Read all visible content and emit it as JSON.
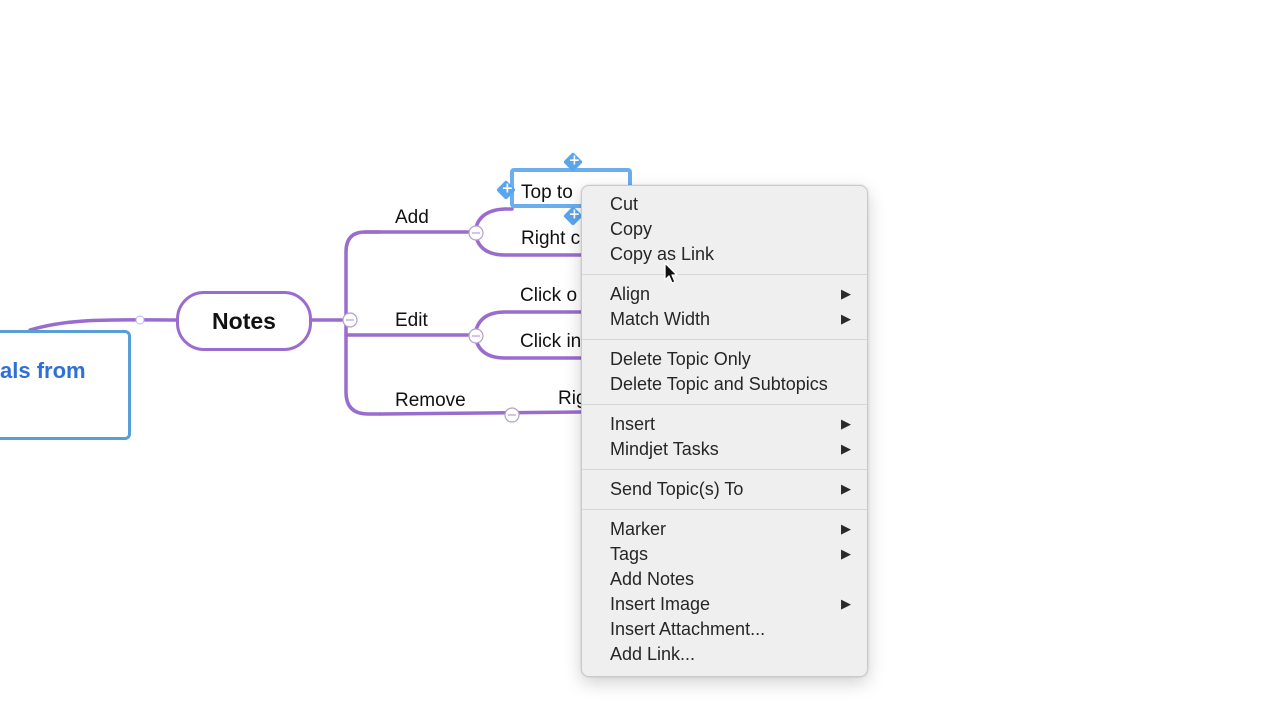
{
  "mindmap": {
    "central_topic_text": "als from",
    "notes_topic": "Notes",
    "branches": {
      "add": "Add",
      "edit": "Edit",
      "remove": "Remove"
    },
    "subtopics": {
      "top_toolbar": "Top to",
      "right_click_partial": "Right c",
      "click_o": "Click o",
      "click_in": "Click in",
      "right_partial": "Rig"
    },
    "colors": {
      "branch": "#9a6cce",
      "central_border": "#5a9ed6",
      "central_text": "#2f6fd8",
      "selection": "#6aaef0"
    }
  },
  "context_menu": {
    "groups": [
      [
        {
          "label": "Cut",
          "submenu": false
        },
        {
          "label": "Copy",
          "submenu": false
        },
        {
          "label": "Copy as Link",
          "submenu": false
        }
      ],
      [
        {
          "label": "Align",
          "submenu": true
        },
        {
          "label": "Match Width",
          "submenu": true
        }
      ],
      [
        {
          "label": "Delete Topic Only",
          "submenu": false
        },
        {
          "label": "Delete Topic and Subtopics",
          "submenu": false
        }
      ],
      [
        {
          "label": "Insert",
          "submenu": true
        },
        {
          "label": "Mindjet Tasks",
          "submenu": true
        }
      ],
      [
        {
          "label": "Send Topic(s) To",
          "submenu": true
        }
      ],
      [
        {
          "label": "Marker",
          "submenu": true
        },
        {
          "label": "Tags",
          "submenu": true
        },
        {
          "label": "Add Notes",
          "submenu": false
        },
        {
          "label": "Insert Image",
          "submenu": true
        },
        {
          "label": "Insert Attachment...",
          "submenu": false
        },
        {
          "label": "Add Link...",
          "submenu": false
        }
      ]
    ],
    "submenu_arrow": "▶"
  },
  "icons": {
    "collapse": "minus-circle-icon",
    "handle": "plus-diamond-icon",
    "cursor": "arrow-pointer-icon"
  }
}
